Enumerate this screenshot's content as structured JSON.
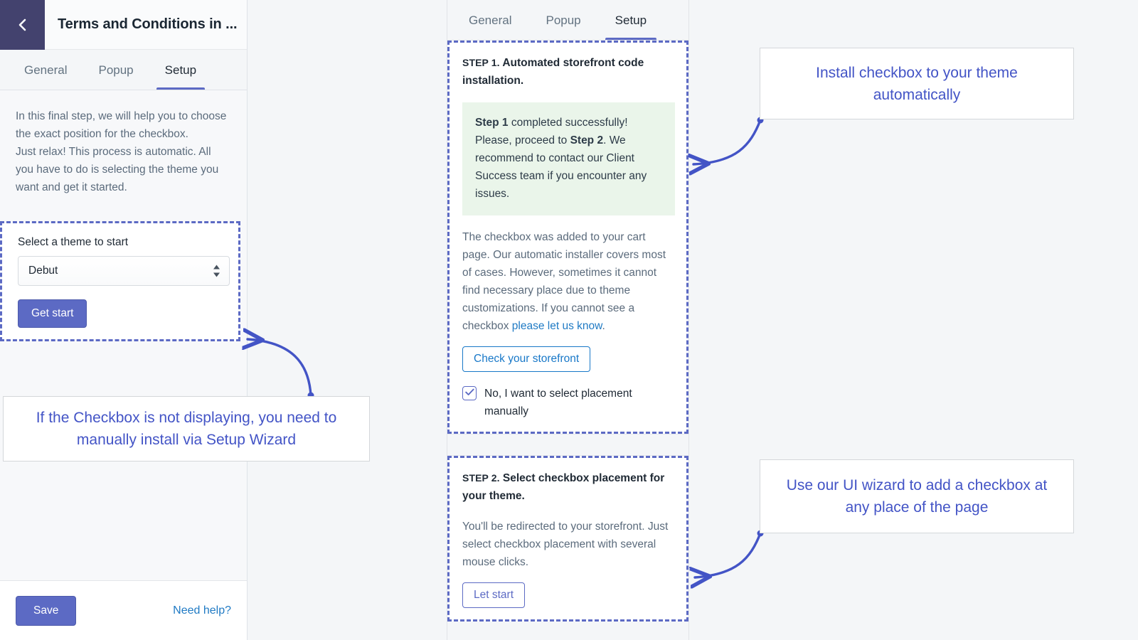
{
  "left_panel": {
    "back_icon": "chevron-left-icon",
    "title": "Terms and Conditions in ...",
    "tabs": [
      {
        "label": "General",
        "active": false
      },
      {
        "label": "Popup",
        "active": false
      },
      {
        "label": "Setup",
        "active": true
      }
    ],
    "intro_paragraph_1": "In this final step, we will help you to choose the exact position for the checkbox.",
    "intro_paragraph_2": "Just relax! This process is automatic. All you have to do is selecting the theme you want and get it started.",
    "theme_field_label": "Select a theme to start",
    "theme_select_value": "Debut",
    "theme_select_options": [
      "Debut"
    ],
    "get_start_label": "Get start",
    "save_label": "Save",
    "need_help_label": "Need help?"
  },
  "mid_panel": {
    "tabs": [
      {
        "label": "General",
        "active": false
      },
      {
        "label": "Popup",
        "active": false
      },
      {
        "label": "Setup",
        "active": true
      }
    ],
    "step1": {
      "kicker": "STEP 1.",
      "title": "Automated storefront code installation.",
      "notice_line1_bold": "Step 1",
      "notice_line1_rest": " completed successfully! Please, proceed to ",
      "notice_line2_bold": "Step 2",
      "notice_line2_rest": ". We recommend to contact our Client Success team if you encounter any issues.",
      "paragraph": "The checkbox was added to your cart page. Our automatic installer covers most of cases. However, sometimes it cannot find necessary place due to theme customizations. If you cannot see a checkbox ",
      "paragraph_link": "please let us know",
      "paragraph_tail": ".",
      "check_storefront_label": "Check your storefront",
      "checkbox_label": "No, I want to select placement manually",
      "checkbox_checked": true,
      "check_icon": "checkmark-icon"
    },
    "step2": {
      "kicker": "STEP 2.",
      "title": "Select checkbox placement for your theme.",
      "paragraph": "You'll be redirected to your storefront. Just select checkbox placement with several mouse clicks.",
      "let_start_label": "Let start"
    }
  },
  "annotations": {
    "a": "Install checkbox to your theme automatically",
    "b": "Use our UI wizard to add a checkbox at any place of the page",
    "c": "If the Checkbox is not displaying, you need to manually install via Setup Wizard"
  },
  "colors": {
    "accent_purple": "#5c6ac4",
    "header_navy": "#43426e",
    "link_blue": "#1f7ac4",
    "button_blue": "#1878c8",
    "annotation_text": "#4354c6",
    "notice_green_bg": "#eaf5ea",
    "page_bg": "#f4f6f8"
  }
}
